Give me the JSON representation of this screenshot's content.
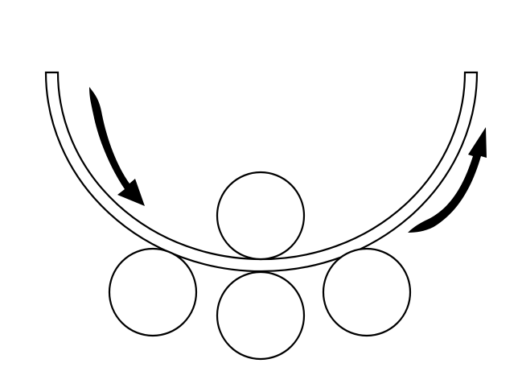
{
  "diagram": {
    "description_visible_text": "",
    "colors": {
      "background": "#ffffff",
      "stroke": "#000000",
      "arrow_fill": "#000000"
    },
    "elements": [
      {
        "name": "bent-plate",
        "kind": "curved-strip"
      },
      {
        "name": "top-roller",
        "kind": "circle"
      },
      {
        "name": "left-roller",
        "kind": "circle"
      },
      {
        "name": "bottom-roller",
        "kind": "circle"
      },
      {
        "name": "right-roller",
        "kind": "circle"
      },
      {
        "name": "left-arrow",
        "kind": "curved-arrow",
        "direction": "down"
      },
      {
        "name": "right-arrow",
        "kind": "curved-arrow",
        "direction": "up"
      }
    ]
  }
}
